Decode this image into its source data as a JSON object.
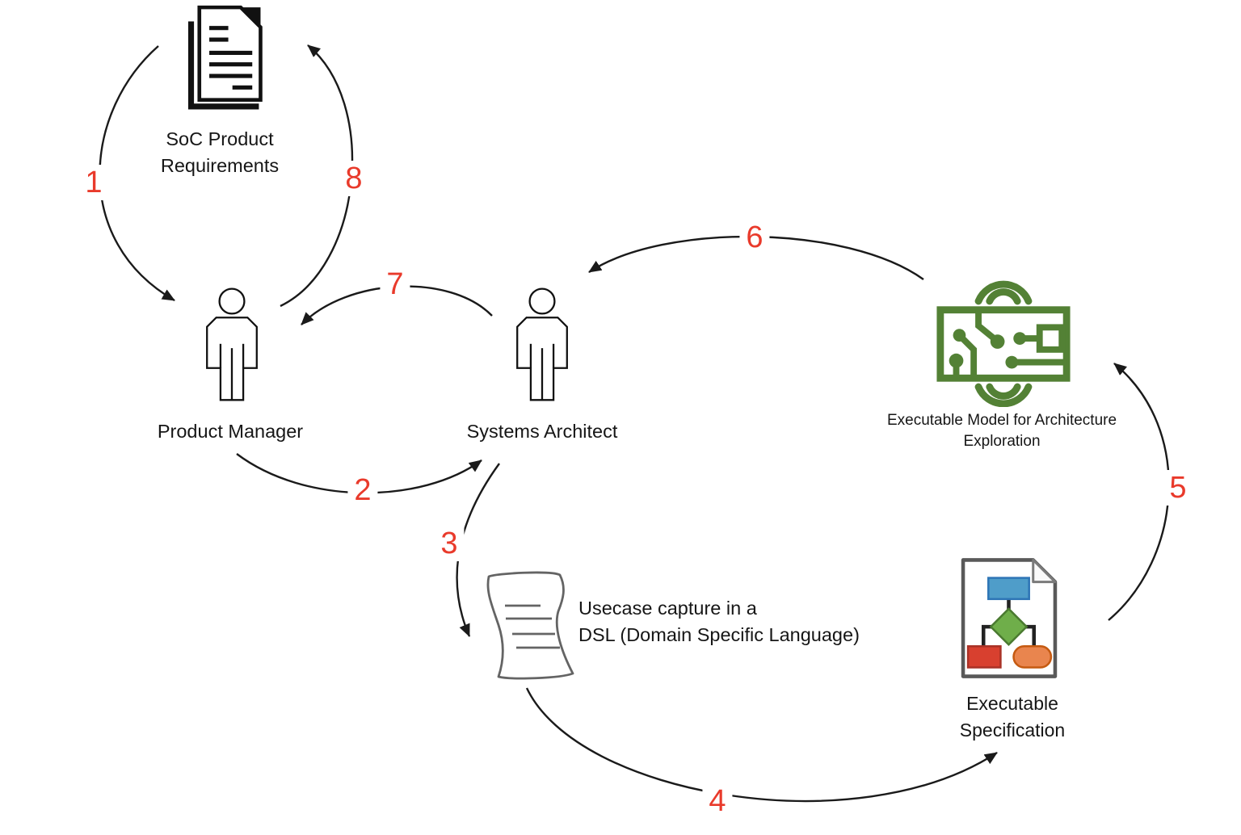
{
  "colors": {
    "arrow_black": "#1a1a1a",
    "number_red": "#e93a2b",
    "circuit_green": "#538135",
    "scroll_gray": "#646464",
    "spec_doc_gray": "#595959",
    "flow_blue": "#4f9dc9",
    "flow_blue_border": "#2e75b6",
    "flow_green": "#6fae4a",
    "flow_green_border": "#4a7a30",
    "flow_red": "#d8402f",
    "flow_red_border": "#a93226",
    "flow_orange": "#e9854e",
    "flow_orange_border": "#c55a11"
  },
  "nodes": {
    "soc_requirements": {
      "icon": "document-icon",
      "line1": "SoC Product",
      "line2": "Requirements"
    },
    "product_manager": {
      "icon": "person-icon",
      "label": "Product Manager"
    },
    "systems_architect": {
      "icon": "person-icon",
      "label": "Systems Architect"
    },
    "executable_model": {
      "icon": "circuit-board-icon",
      "line1": "Executable Model for Architecture",
      "line2": "Exploration"
    },
    "usecase_dsl": {
      "icon": "scroll-icon",
      "line1": "Usecase capture in a",
      "line2": "DSL (Domain Specific Language)"
    },
    "executable_spec": {
      "icon": "flowchart-document-icon",
      "line1": "Executable",
      "line2": "Specification"
    }
  },
  "arrows": {
    "a1": {
      "label": "1",
      "from": "SoC Product Requirements",
      "to": "Product Manager"
    },
    "a2": {
      "label": "2",
      "from": "Product Manager",
      "to": "Systems Architect"
    },
    "a3": {
      "label": "3",
      "from": "Systems Architect",
      "to": "Usecase capture in a DSL"
    },
    "a4": {
      "label": "4",
      "from": "Usecase capture in a DSL",
      "to": "Executable Specification"
    },
    "a5": {
      "label": "5",
      "from": "Executable Specification",
      "to": "Executable Model for Architecture Exploration"
    },
    "a6": {
      "label": "6",
      "from": "Executable Model for Architecture Exploration",
      "to": "Systems Architect"
    },
    "a7": {
      "label": "7",
      "from": "Systems Architect",
      "to": "Product Manager"
    },
    "a8": {
      "label": "8",
      "from": "Product Manager",
      "to": "SoC Product Requirements"
    }
  }
}
